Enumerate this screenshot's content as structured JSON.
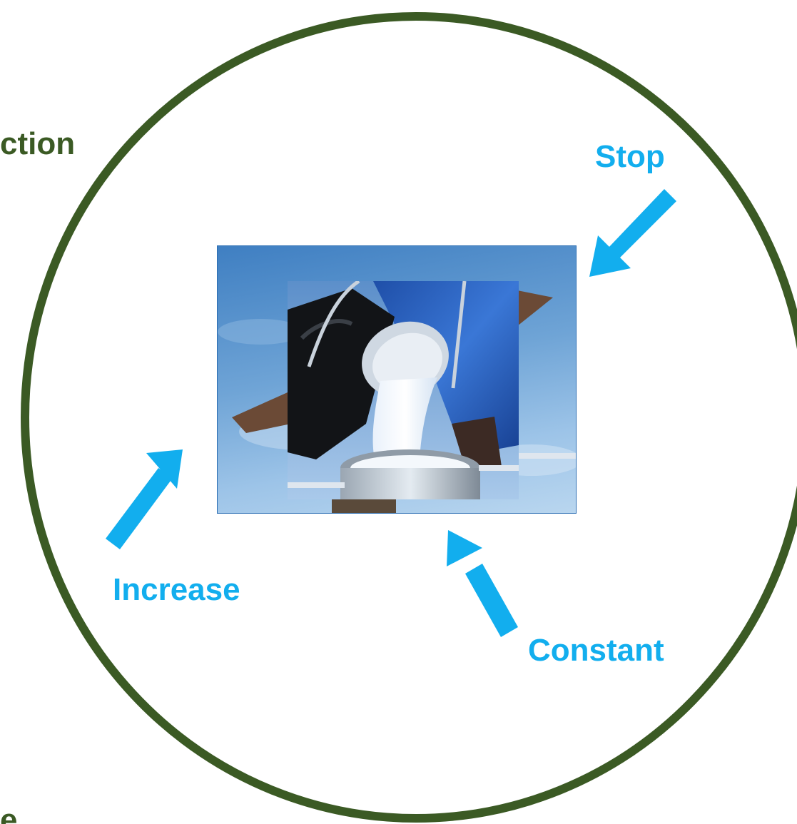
{
  "labels": {
    "top_left": "ction",
    "bottom_left": "e",
    "stop": "Stop",
    "increase": "Increase",
    "constant": "Constant"
  },
  "colors": {
    "ring": "#3b5a24",
    "label_green": "#3b5a24",
    "arrow_blue": "#12aeee",
    "label_blue": "#12aeee"
  },
  "image": {
    "subject": "milk-pouring-photo"
  }
}
